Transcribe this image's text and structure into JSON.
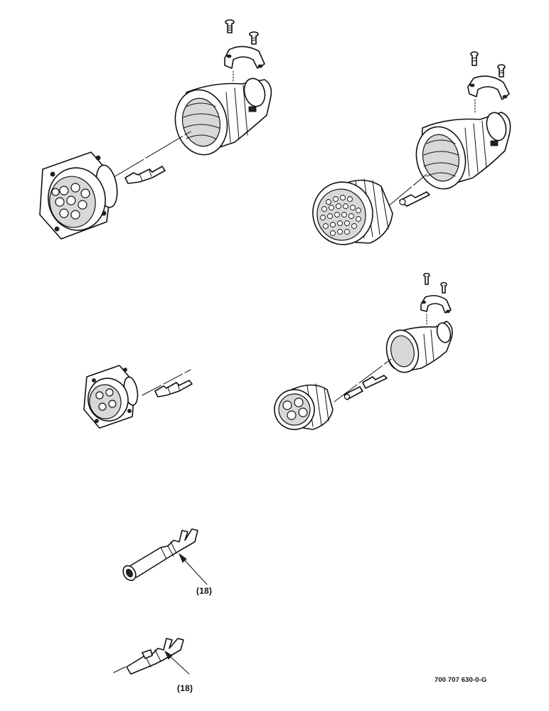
{
  "figure": {
    "figure_number": "700 707 630-0-G",
    "callouts": [
      {
        "text": "(18)"
      },
      {
        "text": "(18)"
      }
    ]
  },
  "icons": {
    "large_receptacle": "wall-receptacle-connector-9-contact",
    "large_plug": "cable-plug-connector-multi-contact",
    "small_receptacle": "wall-receptacle-connector-4-contact",
    "small_plug": "cable-plug-connector-4-contact",
    "socket_contact": "socket-contact",
    "pin_contact": "pin-contact"
  }
}
